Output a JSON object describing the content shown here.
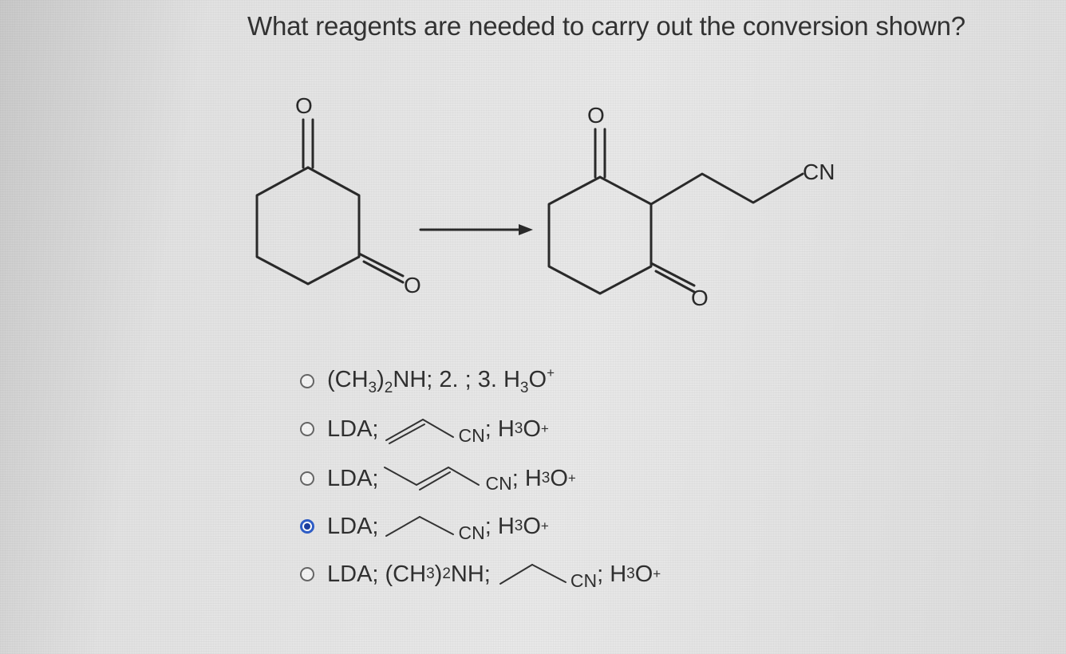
{
  "question": "What reagents are needed to carry out the conversion shown?",
  "scheme": {
    "reactant_o_top": "O",
    "reactant_o_bottom": "O",
    "product_o_top": "O",
    "product_o_bottom": "O",
    "product_cn": "CN"
  },
  "options": [
    {
      "selected": false,
      "parts": [
        "(CH",
        "3",
        ")",
        "2",
        "NH; 2. ; 3. H",
        "3",
        "O",
        "+"
      ]
    },
    {
      "selected": false,
      "lda": "LDA;",
      "cn": "CN",
      "tail": "; H",
      "sub3": "3",
      "o": "O",
      "plus": "+"
    },
    {
      "selected": false,
      "lda": "LDA;",
      "cn": "CN",
      "tail": "; H",
      "sub3": "3",
      "o": "O",
      "plus": "+"
    },
    {
      "selected": true,
      "lda": "LDA;",
      "cn": "CN",
      "tail": "; H",
      "sub3": "3",
      "o": "O",
      "plus": "+"
    },
    {
      "selected": false,
      "lda": "LDA; (CH",
      "sub3a": "3",
      "paren": ")",
      "sub2": "2",
      "nh": "NH;",
      "cn": "CN",
      "tail": "; H",
      "sub3": "3",
      "o": "O",
      "plus": "+"
    }
  ]
}
